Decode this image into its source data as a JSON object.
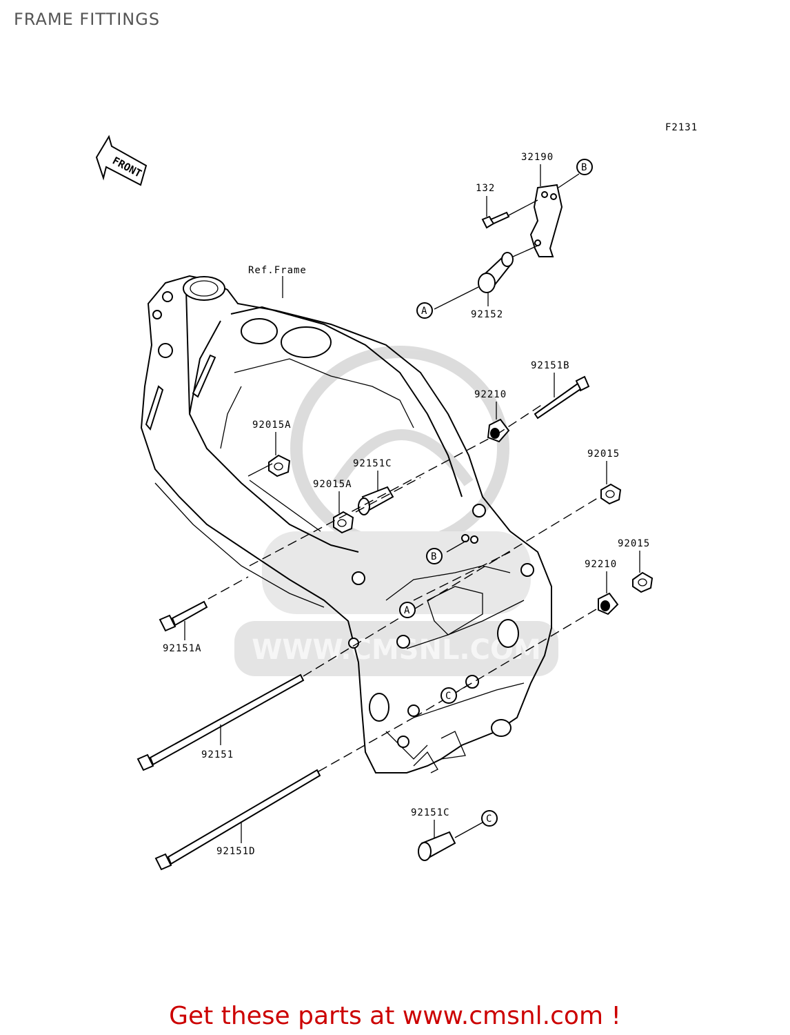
{
  "page": {
    "title": "FRAME FITTINGS",
    "figure_code": "F2131",
    "promo": "Get these parts at www.cmsnl.com !"
  },
  "diagram": {
    "front_label": "FRONT",
    "ref_label": "Ref.Frame",
    "watermark": "WWW.CMSNL.COM",
    "parts": [
      {
        "id": "32190"
      },
      {
        "id": "132"
      },
      {
        "id": "92152"
      },
      {
        "id": "92151B"
      },
      {
        "id": "92210"
      },
      {
        "id": "92015A"
      },
      {
        "id": "92151C"
      },
      {
        "id": "92015A"
      },
      {
        "id": "92015"
      },
      {
        "id": "92015"
      },
      {
        "id": "92210"
      },
      {
        "id": "92151A"
      },
      {
        "id": "92151"
      },
      {
        "id": "92151C"
      },
      {
        "id": "92151D"
      }
    ],
    "callouts": [
      "A",
      "B",
      "A",
      "B",
      "C",
      "C"
    ]
  }
}
